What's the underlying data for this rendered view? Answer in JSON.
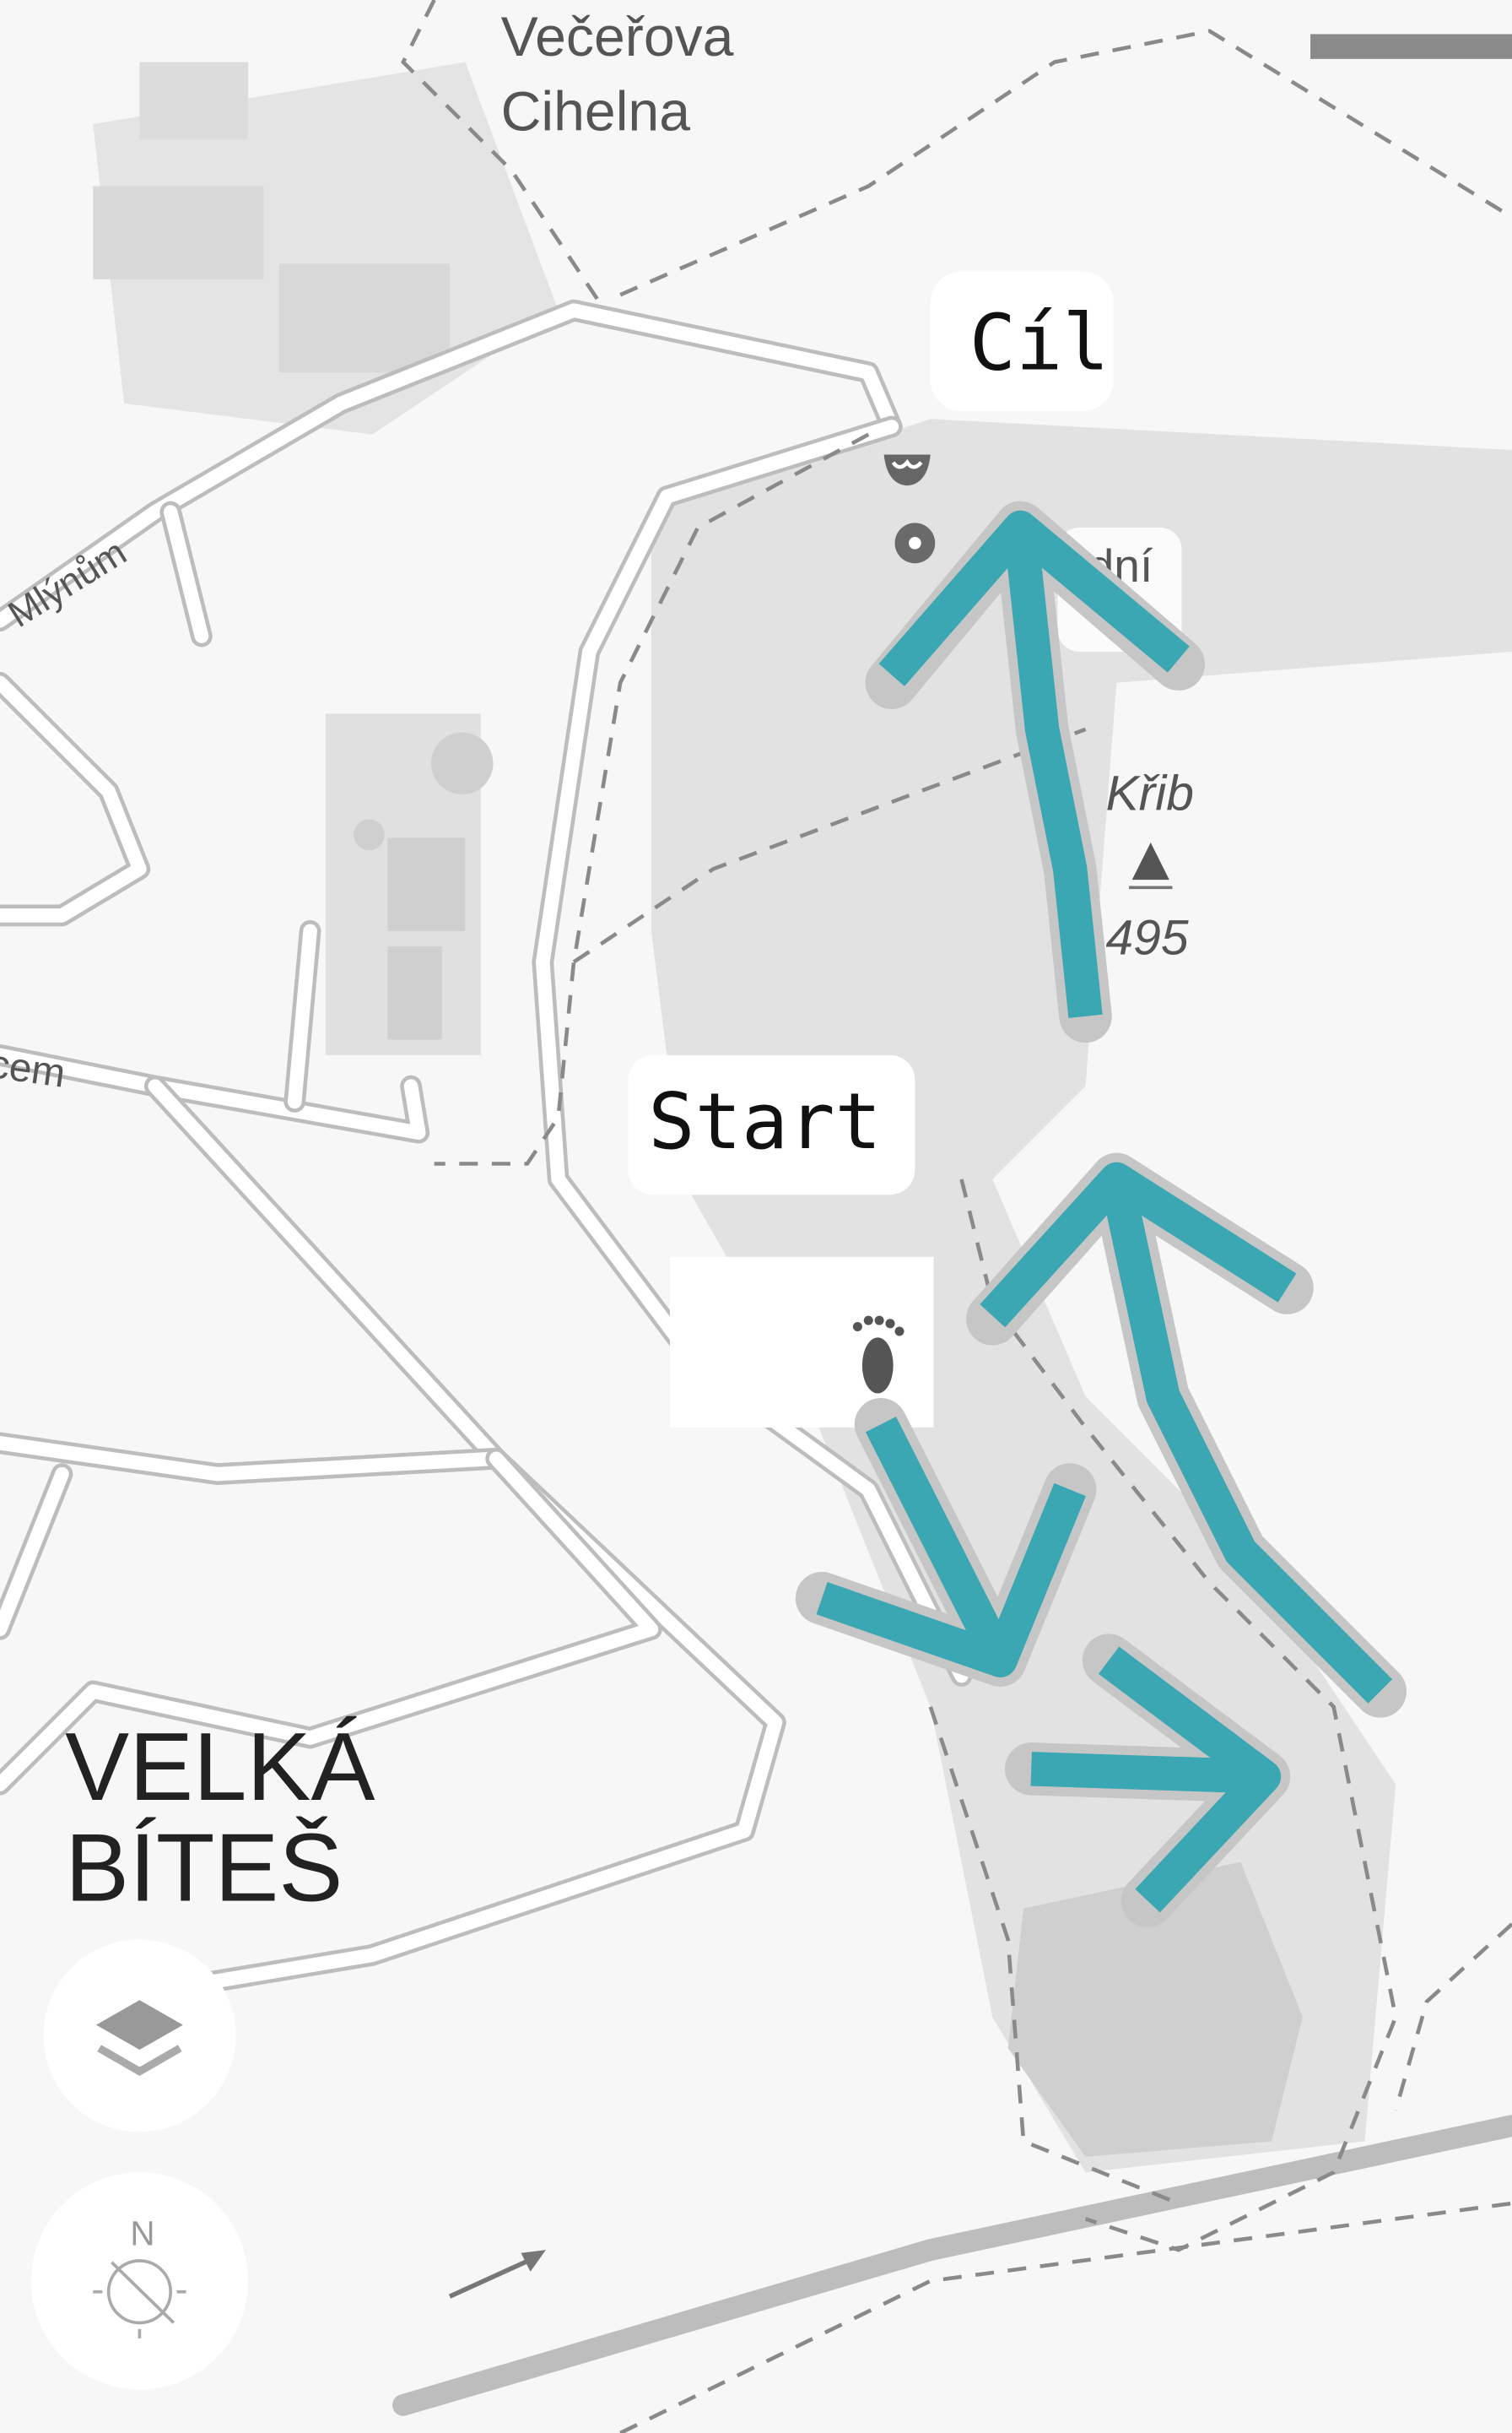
{
  "map": {
    "place_labels": {
      "vecerova": [
        "Večeřova",
        "Cihelna"
      ],
      "street_mlynum": "Mlýnům",
      "street_cem": "cem",
      "poi_partial": "ední",
      "peak_name": "Křib",
      "peak_elevation": "495",
      "town_line1": "VELKÁ",
      "town_line2": "BÍTEŠ"
    },
    "annotations": {
      "finish": "Cíl",
      "start": "Start"
    },
    "route_color": "#3aa7b3",
    "controls": {
      "layers_icon": "layers-icon",
      "compass_label": "N"
    }
  }
}
